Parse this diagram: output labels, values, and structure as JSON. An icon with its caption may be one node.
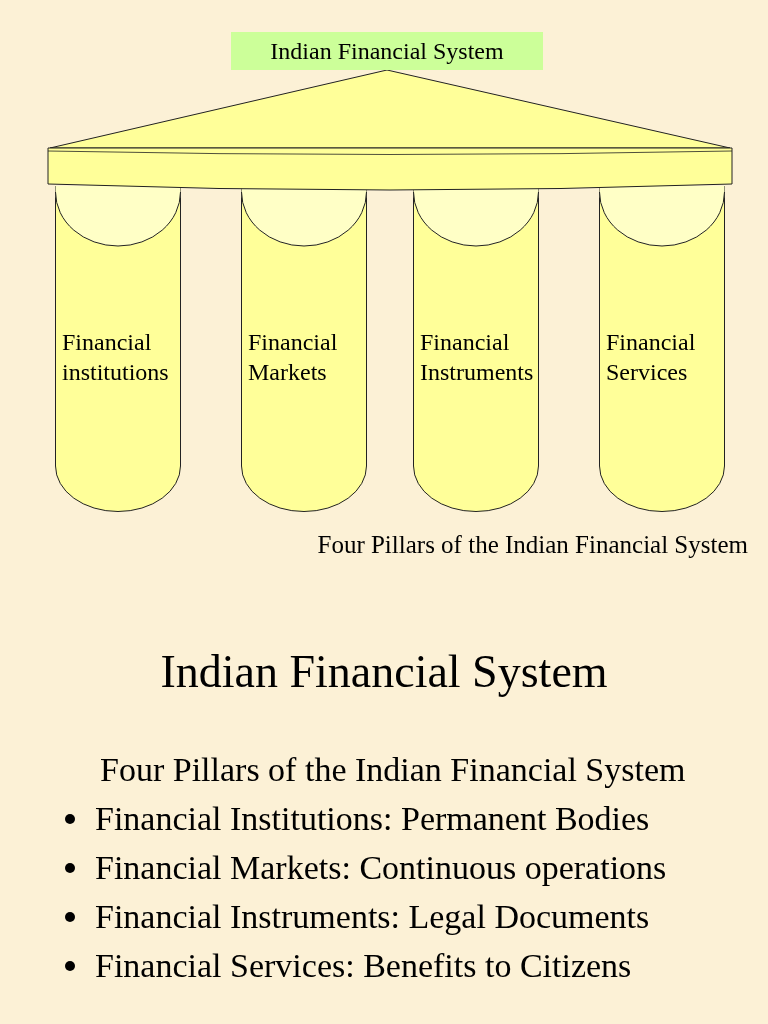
{
  "diagram": {
    "title": "Indian Financial System",
    "caption": "Four Pillars of the Indian Financial System",
    "nodes": [
      {
        "text": [
          "Indian Financial System"
        ]
      },
      {
        "text": [
          "Financial institutions"
        ]
      },
      {
        "text": [
          "Financial Markets"
        ]
      },
      {
        "text": [
          "Financial Instruments"
        ]
      },
      {
        "text": [
          "Financial Services"
        ]
      }
    ],
    "labels": [
      "Four Pillars of the Indian Financial System",
      "Financial Institutions: Permanent Bodies",
      "Financial Markets: Continuous operations",
      "Financial Instruments: Legal Documents",
      "Financial Services: Benefits to Citizens"
    ]
  }
}
